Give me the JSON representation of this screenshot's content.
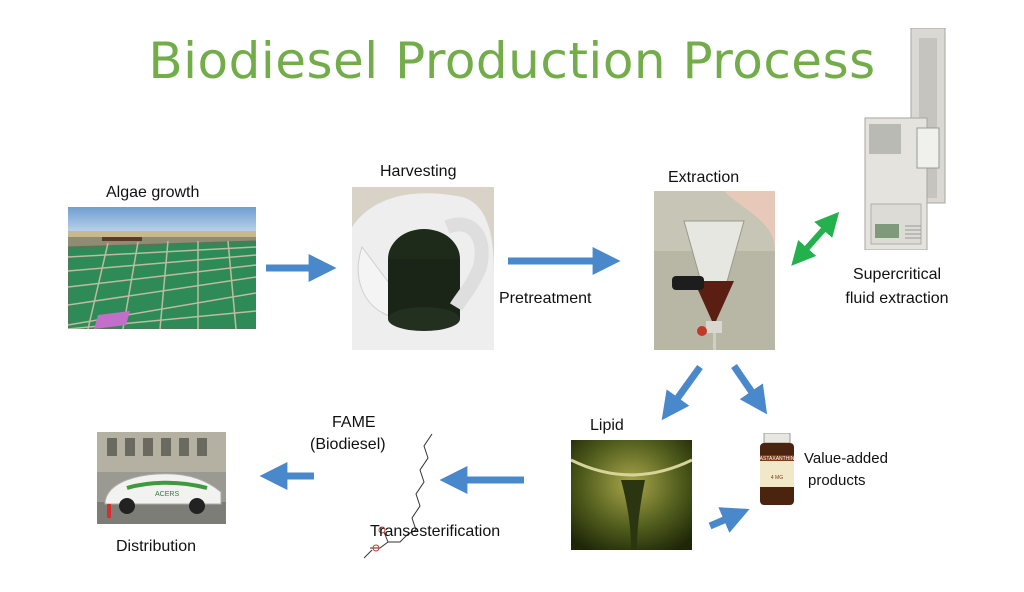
{
  "title": "Biodiesel Production Process",
  "colors": {
    "title": "#72ad4a",
    "arrow_blue": "#4a88cc",
    "arrow_green": "#22b14c"
  },
  "nodes": {
    "algae_growth": "Algae growth",
    "harvesting": "Harvesting",
    "pretreatment": "Pretreatment",
    "extraction": "Extraction",
    "supercritical_line1": "Supercritical",
    "supercritical_line2": "fluid extraction",
    "lipid": "Lipid",
    "value_added_line1": "Value-added",
    "value_added_line2": "products",
    "fame_line1": "FAME",
    "fame_line2": "(Biodiesel)",
    "transesterification": "Transesterification",
    "distribution": "Distribution"
  },
  "images": {
    "bottle_label": "ASTAXANTHIN",
    "bottle_dose": "4 MG",
    "car_text": "ACERS"
  }
}
